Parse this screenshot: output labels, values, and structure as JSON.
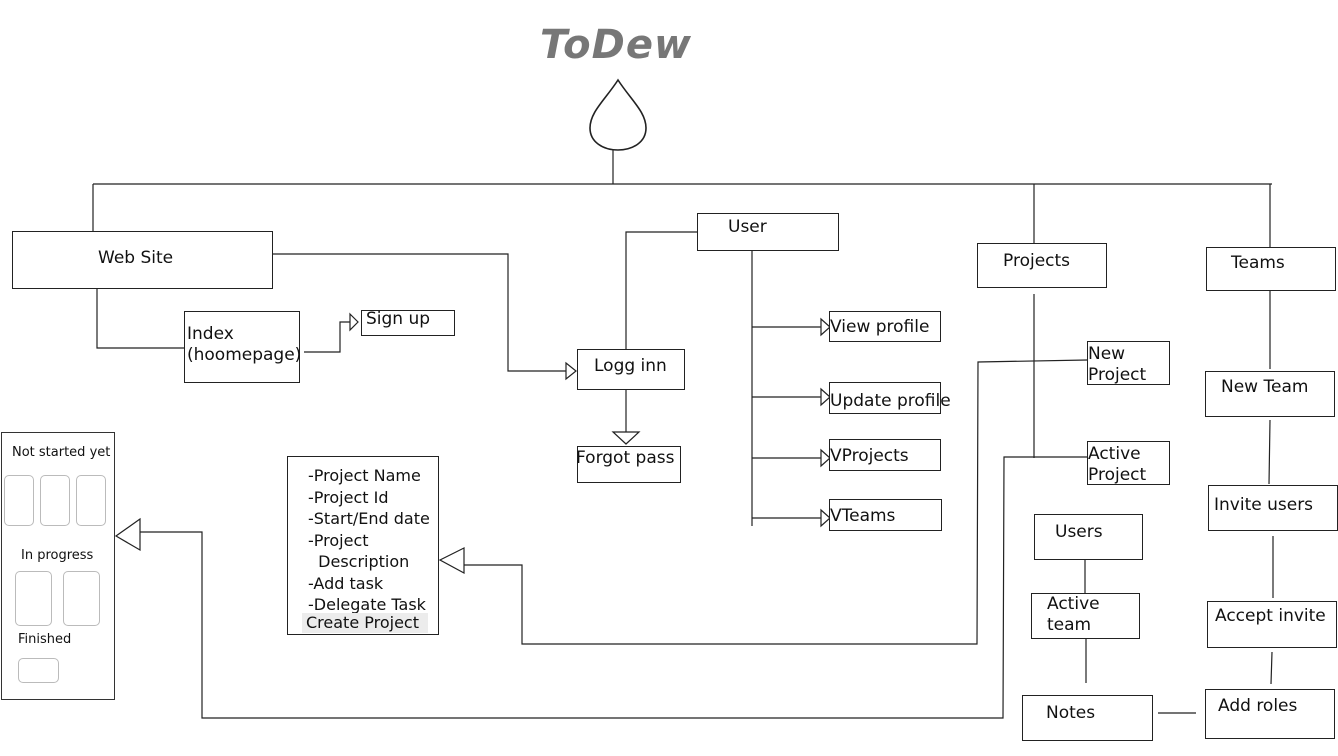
{
  "logo": {
    "title": "ToDew"
  },
  "nodes": {
    "website": "Web Site",
    "index": "Index\n(hoomepage)",
    "signup": "Sign up",
    "login": "Logg inn",
    "forgot": "Forgot pass",
    "user": "User",
    "view_profile": "View profile",
    "update_profile": "Update profile",
    "vprojects": "VProjects",
    "vteams": "VTeams",
    "projects": "Projects",
    "new_project": "New\nProject",
    "active_project": "Active\nProject",
    "users": "Users",
    "active_team": "Active\nteam",
    "notes": "Notes",
    "teams": "Teams",
    "new_team": "New Team",
    "invite_users": "Invite users",
    "accept_invite": "Accept invite",
    "add_roles": "Add roles"
  },
  "project_details": {
    "items": [
      "-Project Name",
      "-Project Id",
      "-Start/End date",
      "-Project\n  Description",
      "-Add task",
      "-Delegate Task"
    ],
    "create_label": "Create Project"
  },
  "board": {
    "not_started": "Not started yet",
    "in_progress": "In progress",
    "finished": "Finished"
  }
}
